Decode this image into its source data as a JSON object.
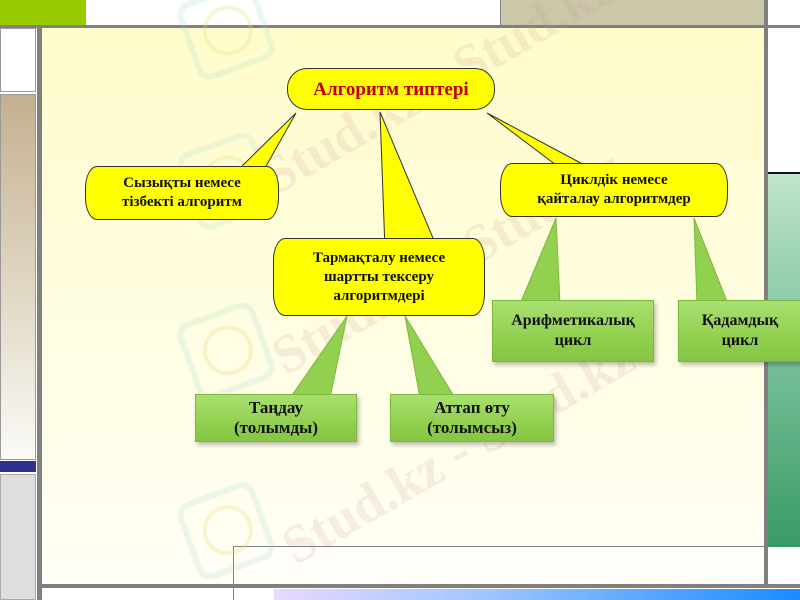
{
  "slide": {
    "background": "#fffccb",
    "accent_colors": {
      "lime": "#99cc00",
      "light_lime": "#d0e46a",
      "tan": "#c4b090",
      "olive_gray": "#cbc8aa",
      "navy": "#2e3192",
      "green": "#3a9a66",
      "callout_yellow": "#ffff00",
      "box_green": "#92d050",
      "title_red": "#c00000"
    }
  },
  "diagram": {
    "root": {
      "label": "Алгоритм типтері"
    },
    "level1": [
      {
        "id": "linear",
        "label_lines": [
          "Сызықты немесе",
          "тізбекті алгоритм"
        ]
      },
      {
        "id": "branching",
        "label_lines": [
          "Тармақталу немесе",
          "шартты тексеру",
          "алгоритмдері"
        ]
      },
      {
        "id": "cyclic",
        "label_lines": [
          "Циклдік немесе",
          "қайталау алгоритмдер"
        ]
      }
    ],
    "level2": [
      {
        "id": "choice",
        "parent": "branching",
        "label_lines": [
          "Таңдау",
          "(толымды)"
        ]
      },
      {
        "id": "skip",
        "parent": "branching",
        "label_lines": [
          "Аттап өту",
          "(толымсыз)"
        ]
      },
      {
        "id": "arithmetic",
        "parent": "cyclic",
        "label_lines": [
          "Арифметикалық",
          "цикл"
        ]
      },
      {
        "id": "step",
        "parent": "cyclic",
        "label_lines": [
          "Қадамдық",
          "цикл"
        ]
      }
    ]
  },
  "watermark": {
    "text": "Stud.kz - Stud.kz"
  }
}
